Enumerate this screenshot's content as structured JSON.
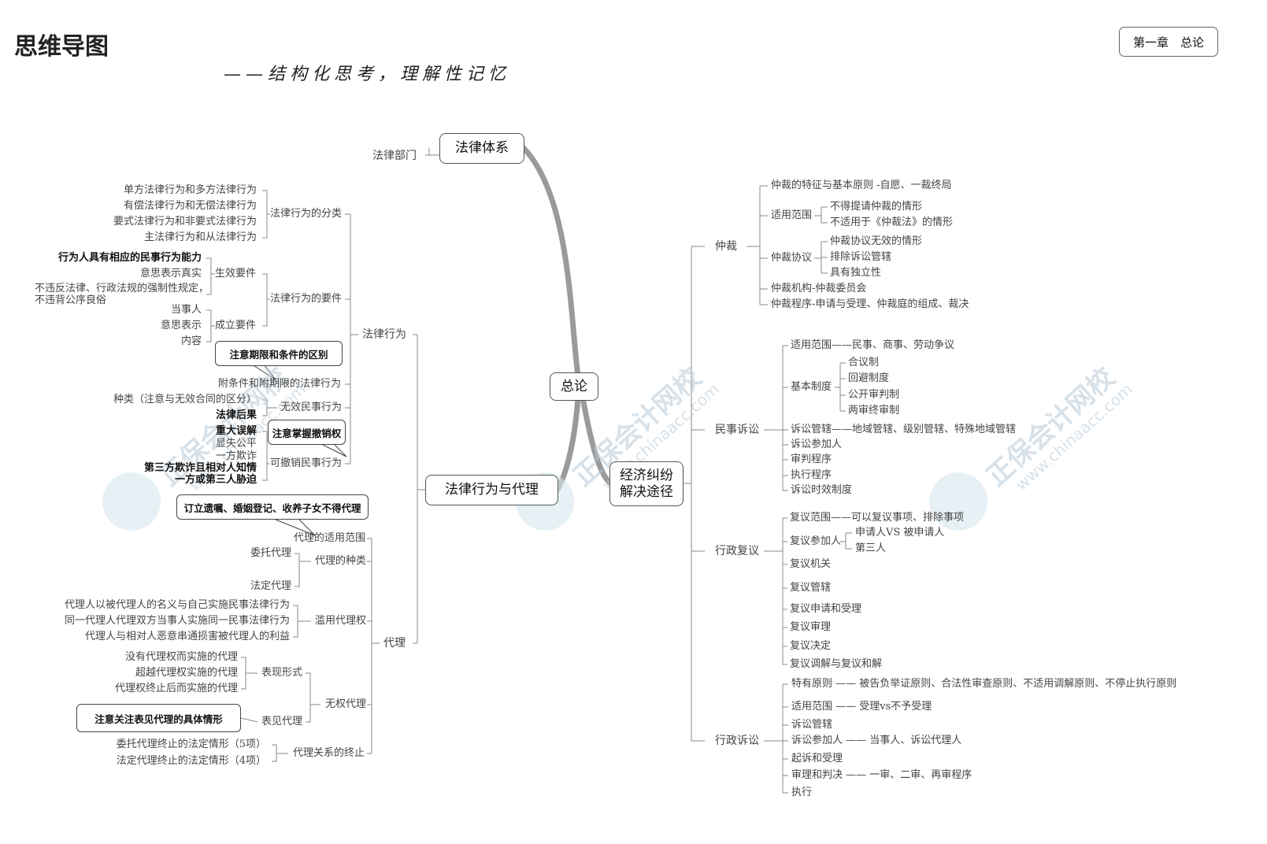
{
  "header": {
    "title": "思维导图",
    "subtitle": "——结构化思考，理解性记忆",
    "chapter": "第一章　总论"
  },
  "watermark": {
    "brand": "正保会计网校",
    "url": "www.chinaacc.com"
  },
  "center": {
    "label": "总论"
  },
  "law_system": {
    "label": "法律体系",
    "child": "法律部门"
  },
  "law_act_agency": {
    "label": "法律行为与代理",
    "legal_act": {
      "label": "法律行为",
      "classification": {
        "label": "法律行为的分类",
        "items": [
          "单方法律行为和多方法律行为",
          "有偿法律行为和无偿法律行为",
          "要式法律行为和非要式法律行为",
          "主法律行为和从法律行为"
        ]
      },
      "requirements": {
        "label": "法律行为的要件",
        "valid": {
          "label": "生效要件",
          "items": [
            "行为人具有相应的民事行为能力",
            "意思表示真实",
            "不违反法律、行政法规的强制性规定，",
            "不违背公序良俗"
          ]
        },
        "formation": {
          "label": "成立要件",
          "items": [
            "当事人",
            "意思表示",
            "内容"
          ]
        }
      },
      "note_condition": "注意期限和条件的区别",
      "conditional": "附条件和附期限的法律行为",
      "invalid": {
        "label": "无效民事行为",
        "types": "种类（注意与无效合同的区分）",
        "consequence": "法律后果"
      },
      "revocable": {
        "label": "可撤销民事行为",
        "note": "注意掌握撤销权",
        "items": [
          "重大误解",
          "显失公平",
          "一方欺诈",
          "第三方欺诈且相对人知情",
          "一方或第三人胁迫"
        ]
      }
    },
    "agency": {
      "label": "代理",
      "note_scope": "订立遗嘱、婚姻登记、收养子女不得代理",
      "scope": "代理的适用范围",
      "kinds": {
        "label": "代理的种类",
        "items": [
          "委托代理",
          "法定代理"
        ]
      },
      "abuse": {
        "label": "滥用代理权",
        "items": [
          "代理人以被代理人的名义与自己实施民事法律行为",
          "同一代理人代理双方当事人实施同一民事法律行为",
          "代理人与相对人恶意串通损害被代理人的利益"
        ]
      },
      "unauthorized": {
        "label": "无权代理",
        "forms": {
          "label": "表现形式",
          "items": [
            "没有代理权而实施的代理",
            "超越代理权实施的代理",
            "代理权终止后而实施的代理"
          ]
        },
        "apparent": "表见代理",
        "note": "注意关注表见代理的具体情形"
      },
      "termination": {
        "label": "代理关系的终止",
        "items": [
          "委托代理终止的法定情形（5项）",
          "法定代理终止的法定情形（4项）"
        ]
      }
    }
  },
  "dispute": {
    "label_line1": "经济纠纷",
    "label_line2": "解决途径",
    "arbitration": {
      "label": "仲裁",
      "features": "仲裁的特征与基本原则 -自愿、一裁终局",
      "scope": {
        "label": "适用范围",
        "items": [
          "不得提请仲裁的情形",
          "不适用于《仲裁法》的情形"
        ]
      },
      "agreement": {
        "label": "仲裁协议",
        "items": [
          "仲裁协议无效的情形",
          "排除诉讼管辖",
          "具有独立性"
        ]
      },
      "institution": "仲裁机构-仲裁委员会",
      "procedure": "仲裁程序-申请与受理、仲裁庭的组成、裁决"
    },
    "civil": {
      "label": "民事诉讼",
      "scope": "适用范围——民事、商事、劳动争议",
      "basic": {
        "label": "基本制度",
        "items": [
          "合议制",
          "回避制度",
          "公开审判制",
          "两审终审制"
        ]
      },
      "jurisdiction": "诉讼管辖——地域管辖、级别管辖、特殊地域管辖",
      "items": [
        "诉讼参加人",
        "审判程序",
        "执行程序",
        "诉讼时效制度"
      ]
    },
    "admin_review": {
      "label": "行政复议",
      "scope": "复议范围——可以复议事项、排除事项",
      "participants": {
        "label": "复议参加人",
        "items": [
          "申请人VS 被申请人",
          "第三人"
        ]
      },
      "items": [
        "复议机关",
        "复议管辖",
        "复议申请和受理",
        "复议审理",
        "复议决定",
        "复议调解与复议和解"
      ]
    },
    "admin_lit": {
      "label": "行政诉讼",
      "principle": "特有原则 —— 被告负举证原则、合法性审查原则、不适用调解原则、不停止执行原则",
      "scope": "适用范围 —— 受理vs不予受理",
      "jurisdiction": "诉讼管辖",
      "participants": "诉讼参加人 —— 当事人、诉讼代理人",
      "filing": "起诉和受理",
      "trial": "审理和判决 —— 一审、二审、再审程序",
      "execution": "执行"
    }
  }
}
